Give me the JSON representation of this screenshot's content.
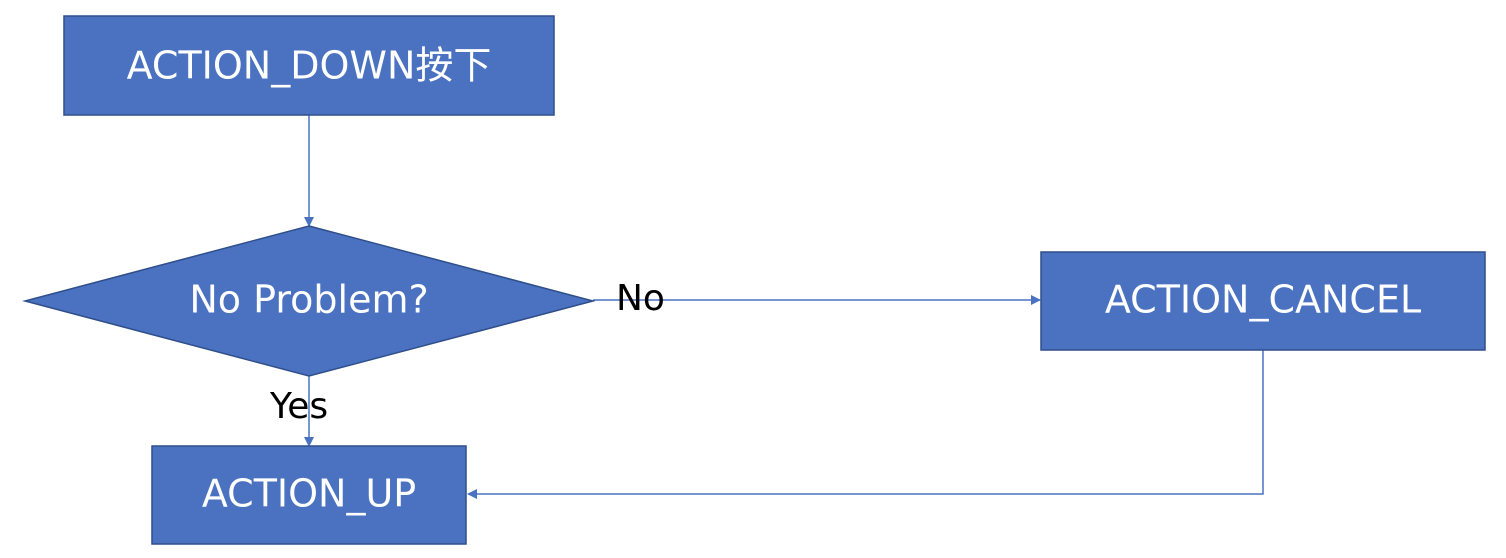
{
  "colors": {
    "node_fill": "#4a72c0",
    "node_stroke": "#2f4f8c",
    "edge": "#4a72c0",
    "label": "#000000",
    "node_text": "#ffffff"
  },
  "nodes": {
    "action_down": {
      "label": "ACTION_DOWN按下"
    },
    "no_problem": {
      "label": "No Problem?"
    },
    "action_cancel": {
      "label": "ACTION_CANCEL"
    },
    "action_up": {
      "label": "ACTION_UP"
    }
  },
  "edges": {
    "no": {
      "label": "No"
    },
    "yes": {
      "label": "Yes"
    }
  }
}
